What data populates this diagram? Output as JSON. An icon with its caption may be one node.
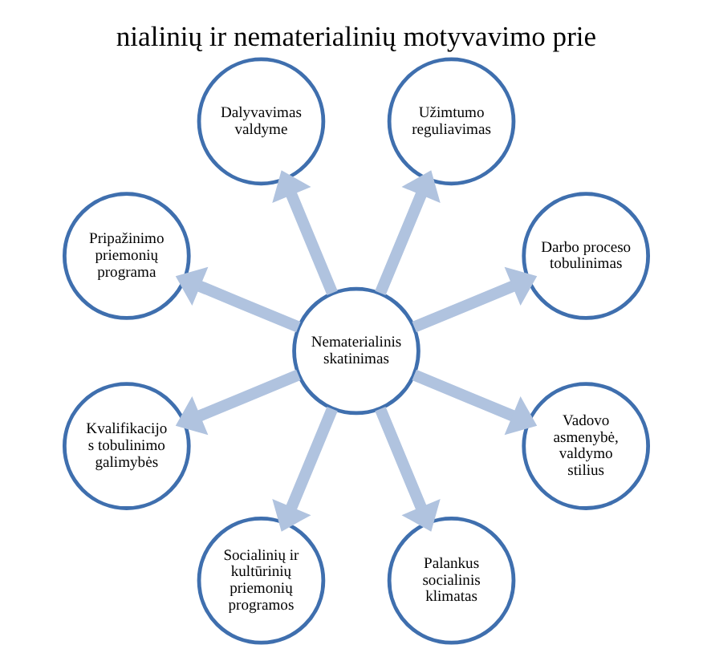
{
  "diagram": {
    "title": "nialinių ir nematerialinių motyvavimo prie",
    "nodes": [
      {
        "text": [
          "Darbo proceso tobulinimas"
        ]
      },
      {
        "text": [
          "Užimtumo reguliavimas"
        ]
      },
      {
        "text": [
          "Dalyvavimas valdyme"
        ]
      },
      {
        "text": [
          "Pripažinimo priemonių programa"
        ]
      },
      {
        "text": [
          "Nematerialinis skatinimas"
        ]
      },
      {
        "text": [
          "Kvalifikacijo s tobulinimo galimybės"
        ]
      },
      {
        "text": [
          "Socialinių ir kultūrinių priemonių programos"
        ]
      },
      {
        "text": [
          "Palankus socialinis klimatas"
        ]
      },
      {
        "text": [
          "Vadovo asmenybė, valdymo stilius"
        ]
      }
    ],
    "edges": [
      {
        "from": 4,
        "to": 0,
        "arrow": "to"
      },
      {
        "from": 4,
        "to": 2,
        "arrow": "to"
      },
      {
        "from": 4,
        "to": 5,
        "arrow": "to"
      },
      {
        "from": 4,
        "to": 7,
        "arrow": "to"
      },
      {
        "from": 4,
        "to": 8,
        "arrow": "to"
      },
      {
        "from": 4,
        "to": 6,
        "arrow": "to"
      },
      {
        "from": 4,
        "to": 3,
        "arrow": "to"
      },
      {
        "from": 4,
        "to": 1,
        "arrow": "to"
      }
    ]
  }
}
